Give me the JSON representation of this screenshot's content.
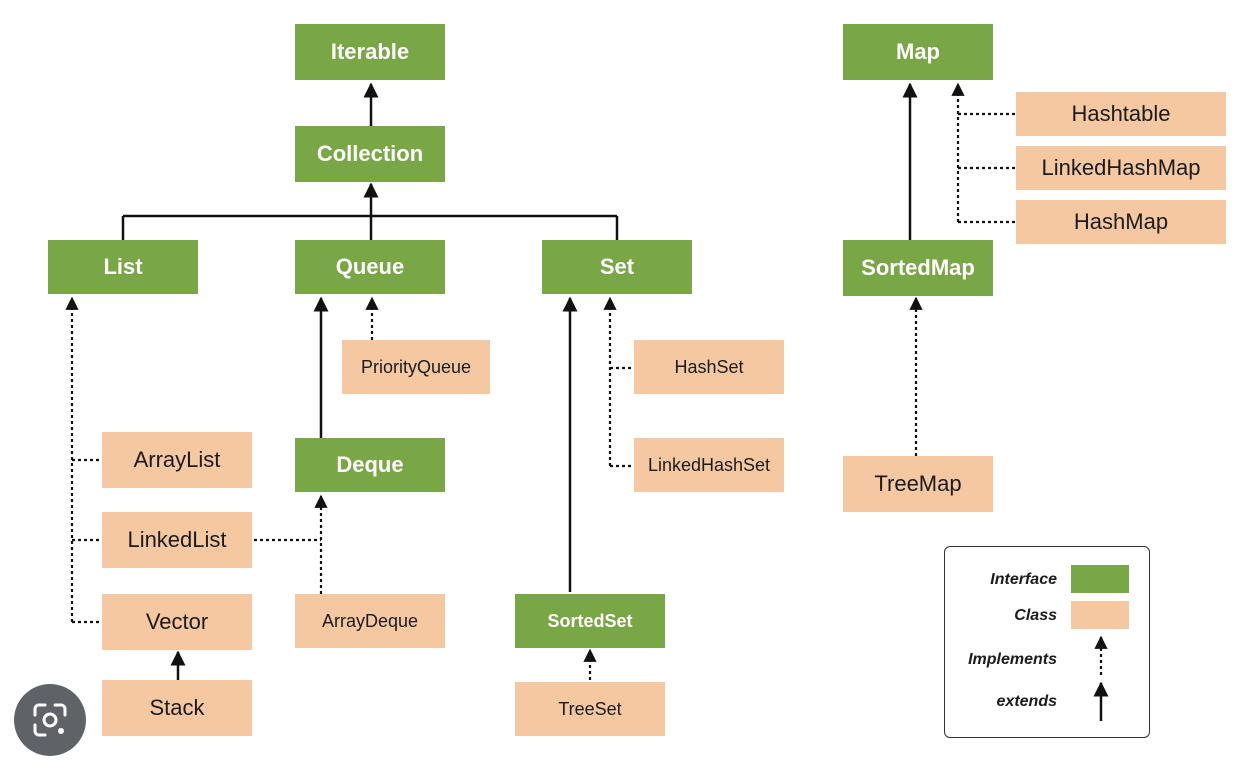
{
  "interfaces": {
    "iterable": "Iterable",
    "collection": "Collection",
    "list": "List",
    "queue": "Queue",
    "set": "Set",
    "deque": "Deque",
    "sorted_set": "SortedSet",
    "map": "Map",
    "sorted_map": "SortedMap"
  },
  "classes": {
    "priority_queue": "PriorityQueue",
    "hash_set": "HashSet",
    "linked_hash_set": "LinkedHashSet",
    "array_list": "ArrayList",
    "linked_list": "LinkedList",
    "vector": "Vector",
    "stack": "Stack",
    "array_deque": "ArrayDeque",
    "tree_set": "TreeSet",
    "hashtable": "Hashtable",
    "linked_hash_map": "LinkedHashMap",
    "hash_map": "HashMap",
    "tree_map": "TreeMap"
  },
  "legend": {
    "interface": "Interface",
    "class": "Class",
    "implements": "Implements",
    "extends": "extends"
  },
  "colors": {
    "interface": "#7aa745",
    "class": "#f6c8a1",
    "line": "#111111"
  },
  "icons": {
    "lens": "google-lens-icon"
  }
}
